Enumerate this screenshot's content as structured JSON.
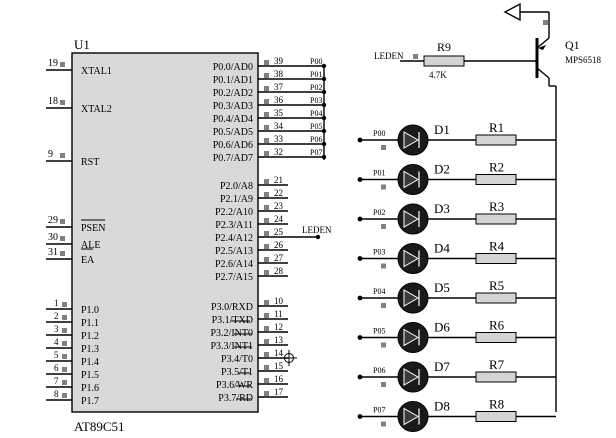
{
  "chip": {
    "ref": "U1",
    "part": "AT89C51",
    "left_pins": [
      {
        "num": "19",
        "name": "XTAL1"
      },
      {
        "num": "18",
        "name": "XTAL2"
      },
      {
        "num": "9",
        "name": "RST"
      },
      {
        "num": "29",
        "name": "PSEN"
      },
      {
        "num": "30",
        "name": "ALE"
      },
      {
        "num": "31",
        "name": "EA"
      }
    ],
    "port1": [
      {
        "num": "1",
        "name": "P1.0"
      },
      {
        "num": "2",
        "name": "P1.1"
      },
      {
        "num": "3",
        "name": "P1.2"
      },
      {
        "num": "4",
        "name": "P1.3"
      },
      {
        "num": "5",
        "name": "P1.4"
      },
      {
        "num": "6",
        "name": "P1.5"
      },
      {
        "num": "7",
        "name": "P1.6"
      },
      {
        "num": "8",
        "name": "P1.7"
      }
    ],
    "port0": [
      {
        "num": "39",
        "name": "P0.0/AD0",
        "net": "P00"
      },
      {
        "num": "38",
        "name": "P0.1/AD1",
        "net": "P01"
      },
      {
        "num": "37",
        "name": "P0.2/AD2",
        "net": "P02"
      },
      {
        "num": "36",
        "name": "P0.3/AD3",
        "net": "P03"
      },
      {
        "num": "35",
        "name": "P0.4/AD4",
        "net": "P04"
      },
      {
        "num": "34",
        "name": "P0.5/AD5",
        "net": "P05"
      },
      {
        "num": "33",
        "name": "P0.6/AD6",
        "net": "P06"
      },
      {
        "num": "32",
        "name": "P0.7/AD7",
        "net": "P07"
      }
    ],
    "port2": [
      {
        "num": "21",
        "name": "P2.0/A8"
      },
      {
        "num": "22",
        "name": "P2.1/A9"
      },
      {
        "num": "23",
        "name": "P2.2/A10"
      },
      {
        "num": "24",
        "name": "P2.3/A11"
      },
      {
        "num": "25",
        "name": "P2.4/A12",
        "net": "LEDEN"
      },
      {
        "num": "26",
        "name": "P2.5/A13"
      },
      {
        "num": "27",
        "name": "P2.6/A14"
      },
      {
        "num": "28",
        "name": "P2.7/A15"
      }
    ],
    "port3": [
      {
        "num": "10",
        "name": "P3.0/RXD"
      },
      {
        "num": "11",
        "name": "P3.1/TXD"
      },
      {
        "num": "12",
        "name": "P3.2/INT0"
      },
      {
        "num": "13",
        "name": "P3.3/INT1"
      },
      {
        "num": "14",
        "name": "P3.4/T0"
      },
      {
        "num": "15",
        "name": "P3.5/T1"
      },
      {
        "num": "16",
        "name": "P3.6/WR"
      },
      {
        "num": "17",
        "name": "P3.7/RD"
      }
    ]
  },
  "transistor": {
    "ref": "Q1",
    "part": "MPS6518"
  },
  "base_resistor": {
    "ref": "R9",
    "value": "4.7K",
    "net": "LEDEN"
  },
  "led_rows": [
    {
      "net": "P00",
      "led": "D1",
      "res": "R1"
    },
    {
      "net": "P01",
      "led": "D2",
      "res": "R2"
    },
    {
      "net": "P02",
      "led": "D3",
      "res": "R3"
    },
    {
      "net": "P03",
      "led": "D4",
      "res": "R4"
    },
    {
      "net": "P04",
      "led": "D5",
      "res": "R5"
    },
    {
      "net": "P05",
      "led": "D6",
      "res": "R6"
    },
    {
      "net": "P06",
      "led": "D7",
      "res": "R7"
    },
    {
      "net": "P07",
      "led": "D8",
      "res": "R8"
    }
  ]
}
